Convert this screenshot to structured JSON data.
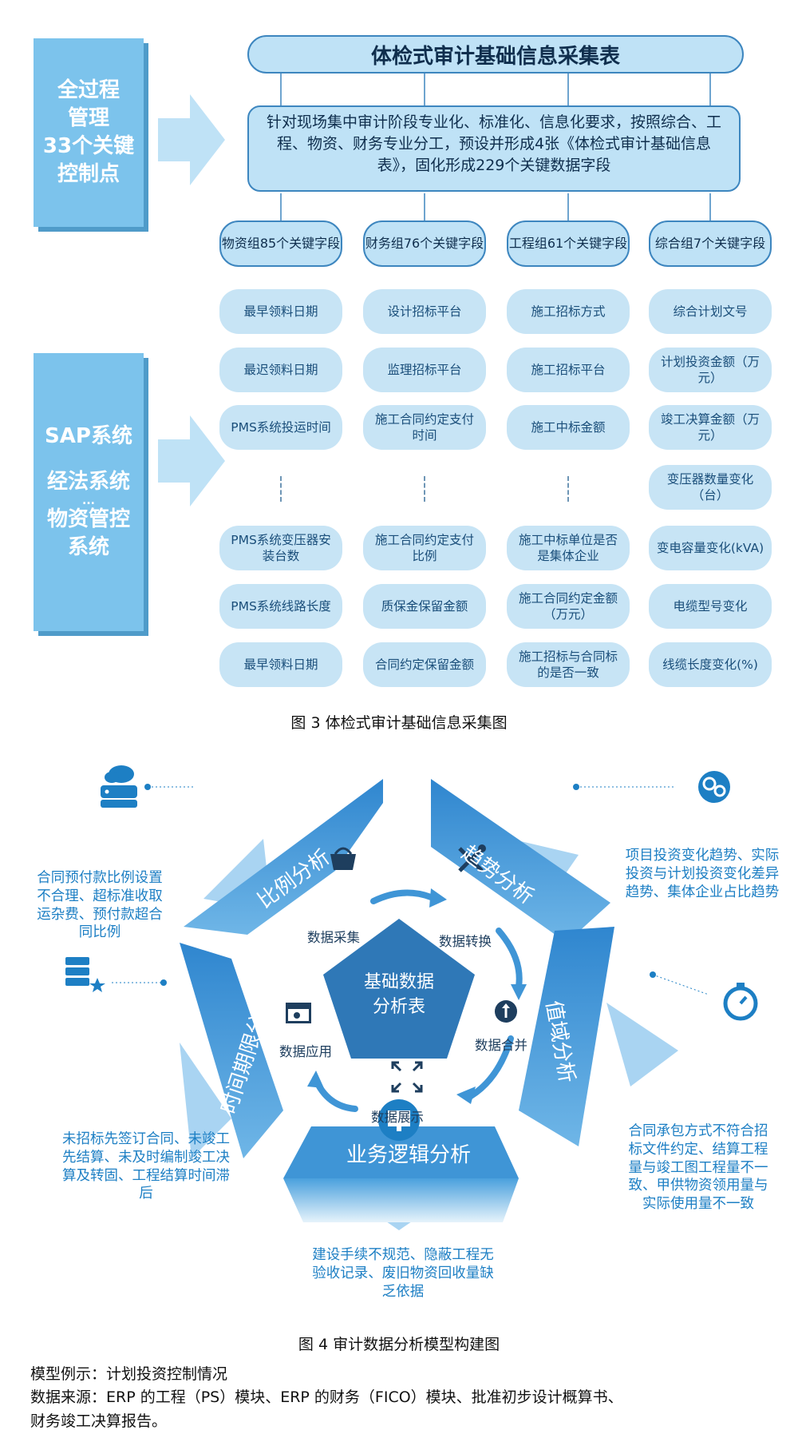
{
  "fig3": {
    "left_box_top": [
      "全过程",
      "管理",
      "33个关键",
      "控制点"
    ],
    "left_box_bottom": [
      "SAP系统",
      "经法系统",
      "...",
      "物资管控",
      "系统"
    ],
    "title": "体检式审计基础信息采集表",
    "description": "针对现场集中审计阶段专业化、标准化、信息化要求，按照综合、工程、物资、财务专业分工，预设并形成4张《体检式审计基础信息表》，固化形成229个关键数据字段",
    "groups": [
      {
        "name": "物资组85个关键字段"
      },
      {
        "name": "财务组76个关键字段"
      },
      {
        "name": "工程组61个关键字段"
      },
      {
        "name": "综合组7个关键字段"
      }
    ],
    "columns": [
      [
        "最早领料日期",
        "最迟领料日期",
        "PMS系统投运时间",
        "PMS系统变压器安装台数",
        "PMS系统线路长度",
        "最早领料日期"
      ],
      [
        "设计招标平台",
        "监理招标平台",
        "施工合同约定支付时间",
        "施工合同约定支付比例",
        "质保金保留金额",
        "合同约定保留金额"
      ],
      [
        "施工招标方式",
        "施工招标平台",
        "施工中标金额",
        "施工中标单位是否是集体企业",
        "施工合同约定金额（万元）",
        "施工招标与合同标的是否一致"
      ],
      [
        "综合计划文号",
        "计划投资金额（万元）",
        "竣工决算金额（万元）",
        "变压器数量变化（台）",
        "变电容量变化(kVA)",
        "电缆型号变化",
        "线缆长度变化(%)"
      ]
    ],
    "caption": "图 3   体检式审计基础信息采集图"
  },
  "fig4": {
    "center": "基础数据分析表",
    "wedges": [
      "比例分析",
      "趋势分析",
      "值域分析",
      "业务逻辑分析",
      "时间期限分析"
    ],
    "steps": [
      "数据采集",
      "数据转换",
      "数据合并",
      "数据展示",
      "数据应用"
    ],
    "notes": {
      "ratio": "合同预付款比例设置不合理、超标准收取运杂费、预付款超合同比例",
      "trend": "项目投资变化趋势、实际投资与计划投资变化差异趋势、集体企业占比趋势",
      "range": "合同承包方式不符合招标文件约定、结算工程量与竣工图工程量不一致、甲供物资领用量与实际使用量不一致",
      "logic": "建设手续不规范、隐蔽工程无验收记录、废旧物资回收量缺乏依据",
      "time": "未招标先签订合同、未竣工先结算、未及时编制竣工决算及转固、工程结算时间滞后"
    },
    "icons": [
      "cloud-database-icon",
      "gears-icon",
      "stopwatch-icon",
      "monitor-icon",
      "server-star-icon",
      "basket-icon",
      "wrench-screwdriver-icon",
      "merge-arrow-icon",
      "expand-arrows-icon",
      "app-window-icon"
    ],
    "colors": {
      "wedge": "#3f95d6",
      "wedge_light": "#a9d4f2",
      "center": "#2f78b7",
      "text_blue": "#1d7fc4"
    },
    "caption": "图 4   审计数据分析模型构建图"
  },
  "footer": {
    "line1": "模型例示：计划投资控制情况",
    "line2": "数据来源：ERP 的工程（PS）模块、ERP 的财务（FICO）模块、批准初步设计概算书、",
    "line3": "财务竣工决算报告。"
  }
}
